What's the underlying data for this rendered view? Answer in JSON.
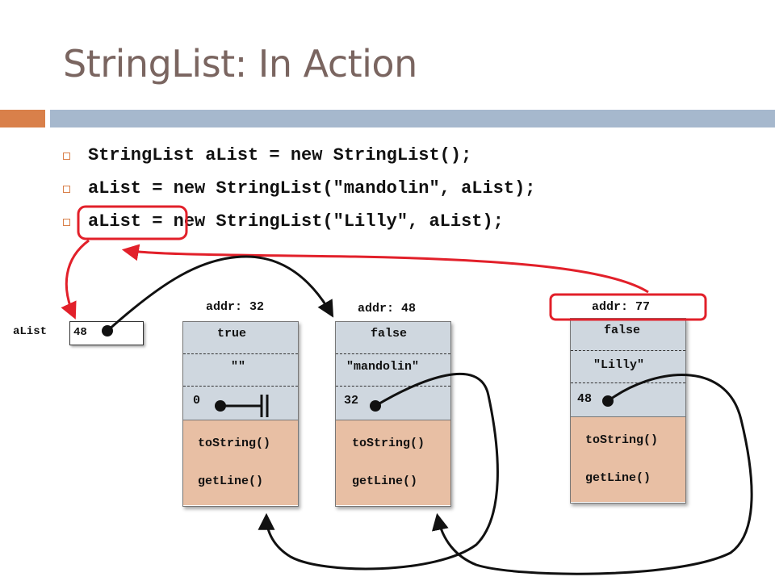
{
  "title": "StringList: In Action",
  "code_lines": [
    "StringList aList = new StringList();",
    "aList = new StringList(\"mandolin\", aList);",
    "aList = new StringList(\"Lilly\", aList);"
  ],
  "alist": {
    "label": "aList",
    "value": "48"
  },
  "nodes": [
    {
      "addr": "addr: 32",
      "flag": "true",
      "str": "\"\"",
      "next": "0",
      "m1": "toString()",
      "m2": "getLine()"
    },
    {
      "addr": "addr: 48",
      "flag": "false",
      "str": "\"mandolin\"",
      "next": "32",
      "m1": "toString()",
      "m2": "getLine()"
    },
    {
      "addr": "addr: 77",
      "flag": "false",
      "str": "\"Lilly\"",
      "next": "48",
      "m1": "toString()",
      "m2": "getLine()"
    }
  ],
  "colors": {
    "title": "#7a6560",
    "accent_orange": "#d9804a",
    "accent_blue": "#a6b8cd",
    "field_fill": "#cfd7df",
    "method_fill": "#e8bfa4",
    "highlight_red": "#e2202a"
  }
}
